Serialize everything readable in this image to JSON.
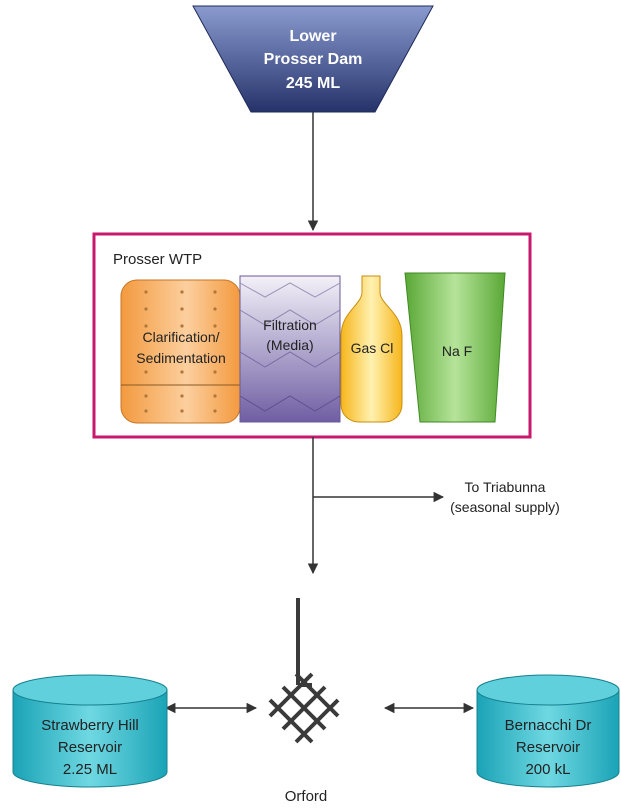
{
  "source": {
    "lines": [
      "Lower",
      "Prosser Dam",
      "245 ML"
    ]
  },
  "plant": {
    "title": "Prosser WTP",
    "units": {
      "clarification": [
        "Clarification/",
        "Sedimentation"
      ],
      "filtration": [
        "Filtration",
        "(Media)"
      ],
      "chlorine": "Gas Cl",
      "fluoride": "Na F"
    }
  },
  "branch": {
    "lines": [
      "To Triabunna",
      "(seasonal supply)"
    ]
  },
  "town": {
    "label": "Orford"
  },
  "reservoirs": {
    "left": {
      "lines": [
        "Strawberry Hill",
        "Reservoir",
        "2.25 ML"
      ]
    },
    "right": {
      "lines": [
        "Bernacchi Dr",
        "Reservoir",
        "200 kL"
      ]
    }
  },
  "colors": {
    "dam": "#3b4b8c",
    "wtp_border": "#c8186e",
    "clarifier": "#f5a04a",
    "filter": "#8e80b8",
    "chlorine": "#fcc838",
    "fluoride": "#7cc24e",
    "reservoir": "#2bb3c3",
    "line": "#333333"
  }
}
